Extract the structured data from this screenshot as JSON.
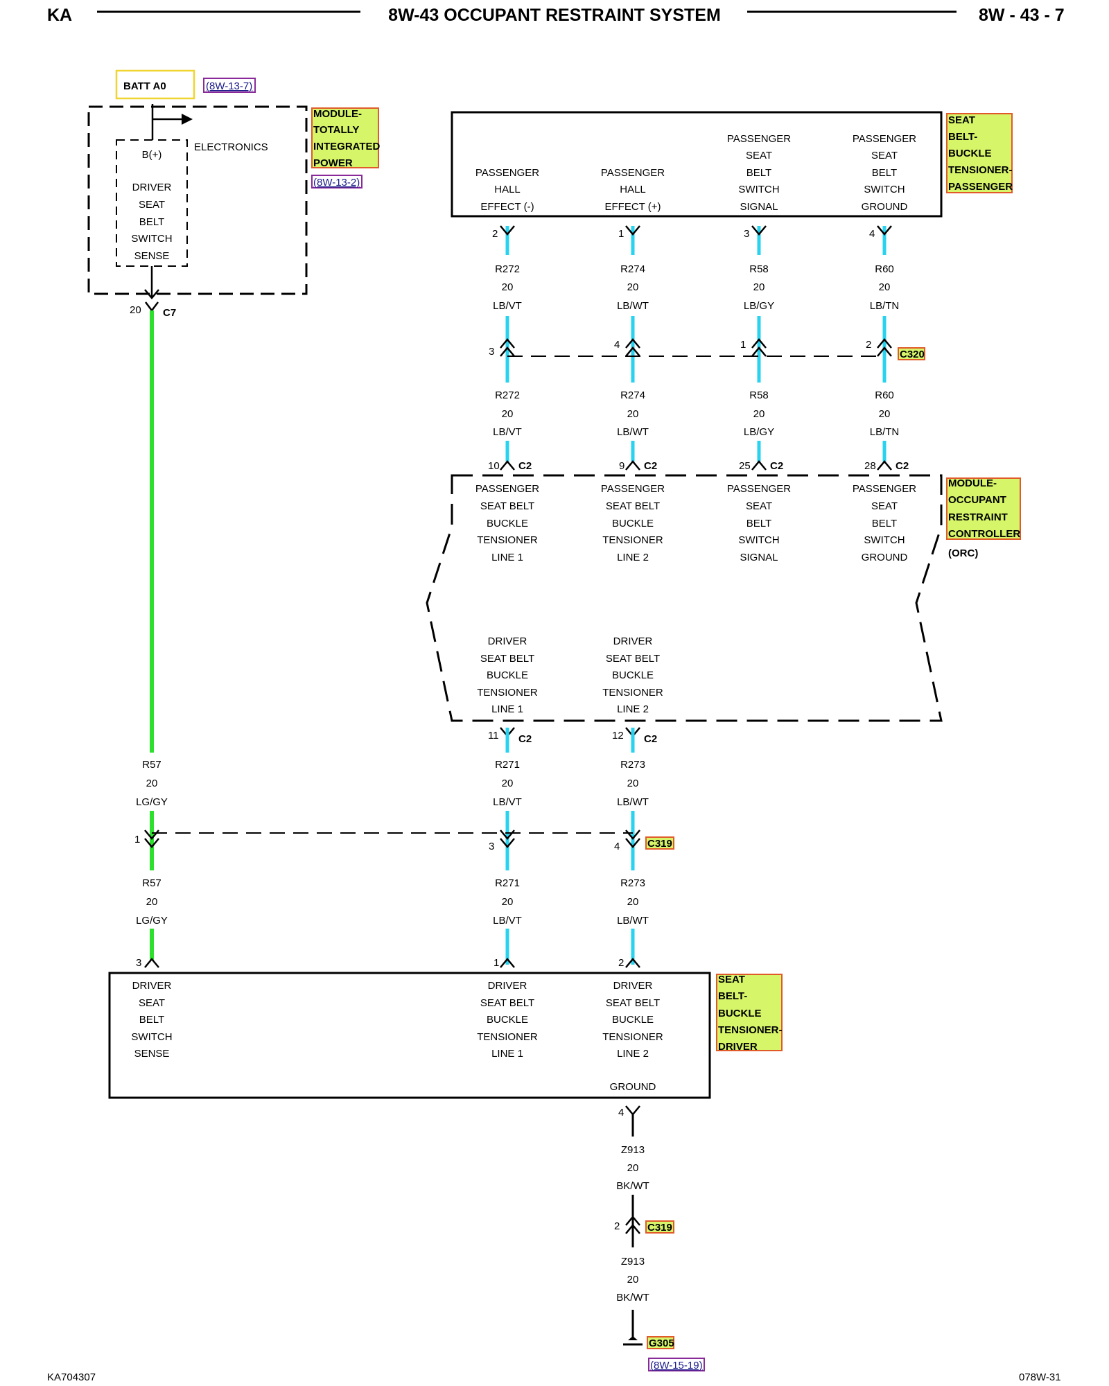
{
  "header": {
    "left": "KA",
    "title": "8W-43 OCCUPANT RESTRAINT SYSTEM",
    "page": "8W - 43 - 7"
  },
  "footer": {
    "left": "KA704307",
    "right": "078W-31"
  },
  "tipm": {
    "batt": "BATT A0",
    "batt_ref": "(8W-13-7)",
    "label_lines": [
      "MODULE-",
      "TOTALLY",
      "INTEGRATED",
      "POWER"
    ],
    "ref": "(8W-13-2)",
    "electronics": "ELECTRONICS",
    "b_plus": "B(+)",
    "sense_lines": [
      "DRIVER",
      "SEAT",
      "BELT",
      "SWITCH",
      "SENSE"
    ],
    "pin": "20",
    "connector": "C7"
  },
  "passenger_tensioner": {
    "label_lines": [
      "SEAT",
      "BELT-",
      "BUCKLE",
      "TENSIONER-",
      "PASSENGER"
    ],
    "pins": [
      {
        "lines": [
          "PASSENGER",
          "HALL",
          "EFFECT (-)"
        ],
        "pin": "2"
      },
      {
        "lines": [
          "PASSENGER",
          "HALL",
          "EFFECT (+)"
        ],
        "pin": "1"
      },
      {
        "lines": [
          "PASSENGER",
          "SEAT",
          "BELT",
          "SWITCH",
          "SIGNAL"
        ],
        "pin": "3"
      },
      {
        "lines": [
          "PASSENGER",
          "SEAT",
          "BELT",
          "SWITCH",
          "GROUND"
        ],
        "pin": "4"
      }
    ]
  },
  "wires_upper": [
    {
      "circuit": "R272",
      "gauge": "20",
      "color": "LB/VT"
    },
    {
      "circuit": "R274",
      "gauge": "20",
      "color": "LB/WT"
    },
    {
      "circuit": "R58",
      "gauge": "20",
      "color": "LB/GY"
    },
    {
      "circuit": "R60",
      "gauge": "20",
      "color": "LB/TN"
    }
  ],
  "c320": {
    "name": "C320",
    "pins": [
      "3",
      "4",
      "1",
      "2"
    ]
  },
  "orc": {
    "label_lines": [
      "MODULE-",
      "OCCUPANT",
      "RESTRAINT",
      "CONTROLLER"
    ],
    "abbr": "(ORC)",
    "top_pins": [
      {
        "pin": "10",
        "conn": "C2",
        "lines": [
          "PASSENGER",
          "SEAT BELT",
          "BUCKLE",
          "TENSIONER",
          "LINE 1"
        ]
      },
      {
        "pin": "9",
        "conn": "C2",
        "lines": [
          "PASSENGER",
          "SEAT BELT",
          "BUCKLE",
          "TENSIONER",
          "LINE 2"
        ]
      },
      {
        "pin": "25",
        "conn": "C2",
        "lines": [
          "PASSENGER",
          "SEAT",
          "BELT",
          "SWITCH",
          "SIGNAL"
        ]
      },
      {
        "pin": "28",
        "conn": "C2",
        "lines": [
          "PASSENGER",
          "SEAT",
          "BELT",
          "SWITCH",
          "GROUND"
        ]
      }
    ],
    "bottom_pins": [
      {
        "pin": "11",
        "conn": "C2",
        "lines": [
          "DRIVER",
          "SEAT BELT",
          "BUCKLE",
          "TENSIONER",
          "LINE 1"
        ]
      },
      {
        "pin": "12",
        "conn": "C2",
        "lines": [
          "DRIVER",
          "SEAT BELT",
          "BUCKLE",
          "TENSIONER",
          "LINE 2"
        ]
      }
    ]
  },
  "wires_lower": [
    {
      "circuit": "R57",
      "gauge": "20",
      "color": "LG/GY"
    },
    {
      "circuit": "R271",
      "gauge": "20",
      "color": "LB/VT"
    },
    {
      "circuit": "R273",
      "gauge": "20",
      "color": "LB/WT"
    }
  ],
  "c319": {
    "name": "C319",
    "pins": [
      "1",
      "3",
      "4"
    ]
  },
  "driver_tensioner": {
    "label_lines": [
      "SEAT",
      "BELT-",
      "BUCKLE",
      "TENSIONER-",
      "DRIVER"
    ],
    "pins": [
      {
        "pin": "3",
        "lines": [
          "DRIVER",
          "SEAT",
          "BELT",
          "SWITCH",
          "SENSE"
        ]
      },
      {
        "pin": "1",
        "lines": [
          "DRIVER",
          "SEAT BELT",
          "BUCKLE",
          "TENSIONER",
          "LINE 1"
        ]
      },
      {
        "pin": "2",
        "lines": [
          "DRIVER",
          "SEAT BELT",
          "BUCKLE",
          "TENSIONER",
          "LINE 2"
        ]
      }
    ],
    "ground_label": "GROUND",
    "ground_pin": "4"
  },
  "ground": {
    "wire": {
      "circuit": "Z913",
      "gauge": "20",
      "color": "BK/WT"
    },
    "c319_pin": "2",
    "c319": "C319",
    "g": "G305",
    "ref": "(8W-15-19)"
  },
  "colors": {
    "wire_blue": "#29d3ef",
    "wire_green": "#2de02d",
    "wire_black": "#000000",
    "tag_fill": "#d6f569",
    "tag_border": "#e05a2a"
  }
}
